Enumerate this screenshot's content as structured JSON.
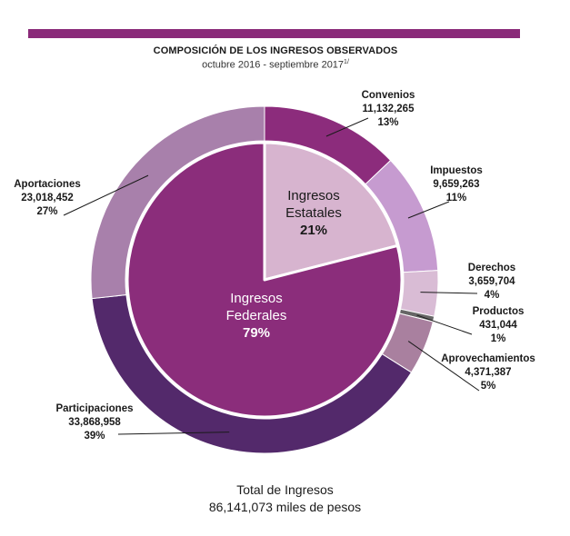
{
  "header": {
    "title": "COMPOSICIÓN DE LOS INGRESOS OBSERVADOS",
    "subtitle": "octubre 2016 - septiembre 2017",
    "subtitle_note": "1/"
  },
  "footer": {
    "line1": "Total de Ingresos",
    "line2": "86,141,073 miles de pesos"
  },
  "chart_data": {
    "type": "pie",
    "title": "COMPOSICIÓN DE LOS INGRESOS OBSERVADOS",
    "inner": [
      {
        "key": "federales",
        "label_lines": [
          "Ingresos",
          "Federales"
        ],
        "percent": "79%",
        "value": 79,
        "color": "#8b2d7b",
        "text_color": "#ffffff"
      },
      {
        "key": "estatales",
        "label_lines": [
          "Ingresos",
          "Estatales"
        ],
        "percent": "21%",
        "value": 21,
        "color": "#d7b4cf",
        "text_color": "#1a1a1a"
      }
    ],
    "outer": [
      {
        "key": "convenios",
        "name": "Convenios",
        "value_text": "11,132,265",
        "percent": "13%",
        "value": 11132265,
        "color": "#8c2c7c"
      },
      {
        "key": "impuestos",
        "name": "Impuestos",
        "value_text": "9,659,263",
        "percent": "11%",
        "value": 9659263,
        "color": "#c69bd0"
      },
      {
        "key": "derechos",
        "name": "Derechos",
        "value_text": "3,659,704",
        "percent": "4%",
        "value": 3659704,
        "color": "#d9bcd5"
      },
      {
        "key": "productos",
        "name": "Productos",
        "value_text": "431,044",
        "percent": "1%",
        "value": 431044,
        "color": "#666666"
      },
      {
        "key": "aprovechamientos",
        "name": "Aprovechamientos",
        "value_text": "4,371,387",
        "percent": "5%",
        "value": 4371387,
        "color": "#a9809f"
      },
      {
        "key": "participaciones",
        "name": "Participaciones",
        "value_text": "33,868,958",
        "percent": "39%",
        "value": 33868958,
        "color": "#53296b"
      },
      {
        "key": "aportaciones",
        "name": "Aportaciones",
        "value_text": "23,018,452",
        "percent": "27%",
        "value": 23018452,
        "color": "#a880ab"
      }
    ]
  }
}
